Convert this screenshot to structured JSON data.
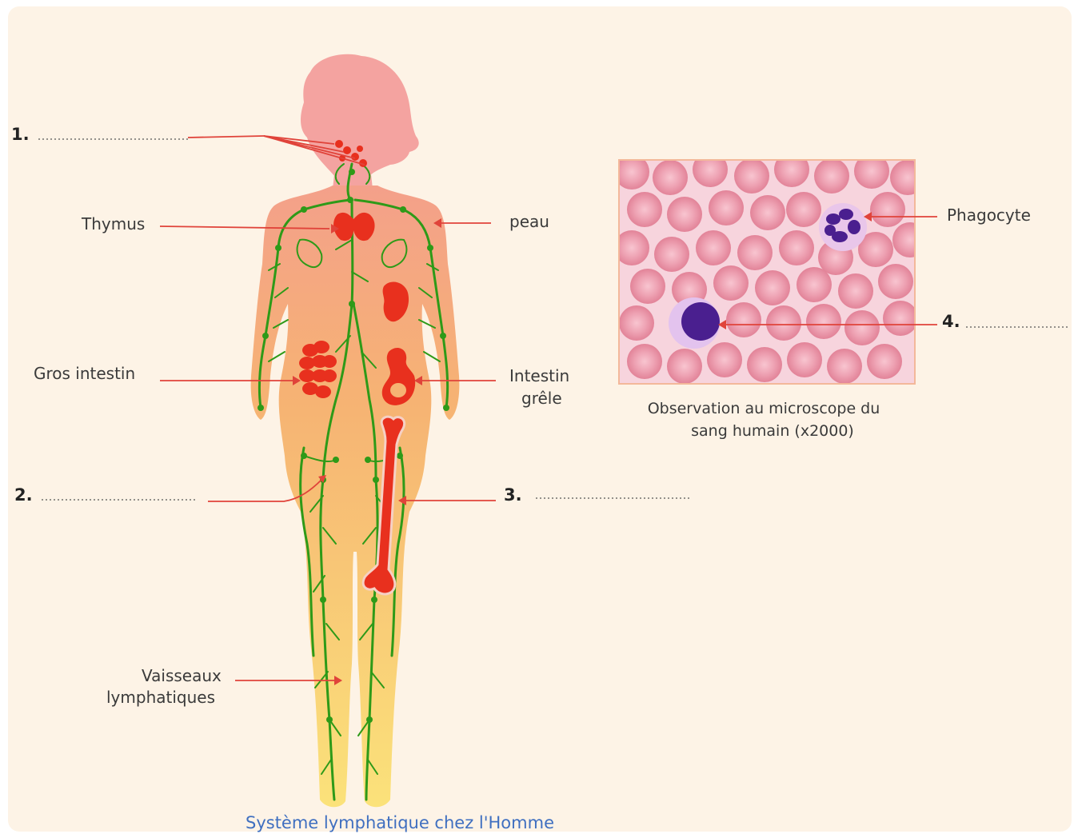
{
  "labels": {
    "thymus": "Thymus",
    "peau": "peau",
    "gros_intestin": "Gros intestin",
    "intestin_line1": "Intestin",
    "intestin_line2": "grêle",
    "vaisseaux_line1": "Vaisseaux",
    "vaisseaux_line2": "lymphatiques",
    "phagocyte": "Phagocyte"
  },
  "numbers": {
    "n1": "1.",
    "n2": "2.",
    "n3": "3.",
    "n4": "4."
  },
  "microscope_caption": {
    "line1": "Observation au microscope du",
    "line2": "sang humain (x2000)"
  },
  "title": "Système lymphatique chez l'Homme",
  "colors": {
    "background_panel": "#fdf3e6",
    "body_fill": "#f6b373",
    "head_fill": "#f4a3a0",
    "lymph_vessels": "#2e9a18",
    "organs": "#e8301e",
    "arrows": "#e0433a",
    "title_text": "#3f6fc0",
    "micro_bg": "#f7d4dd",
    "red_cell": "#ea97a8",
    "white_cell_nucleus": "#4a1f8f"
  }
}
